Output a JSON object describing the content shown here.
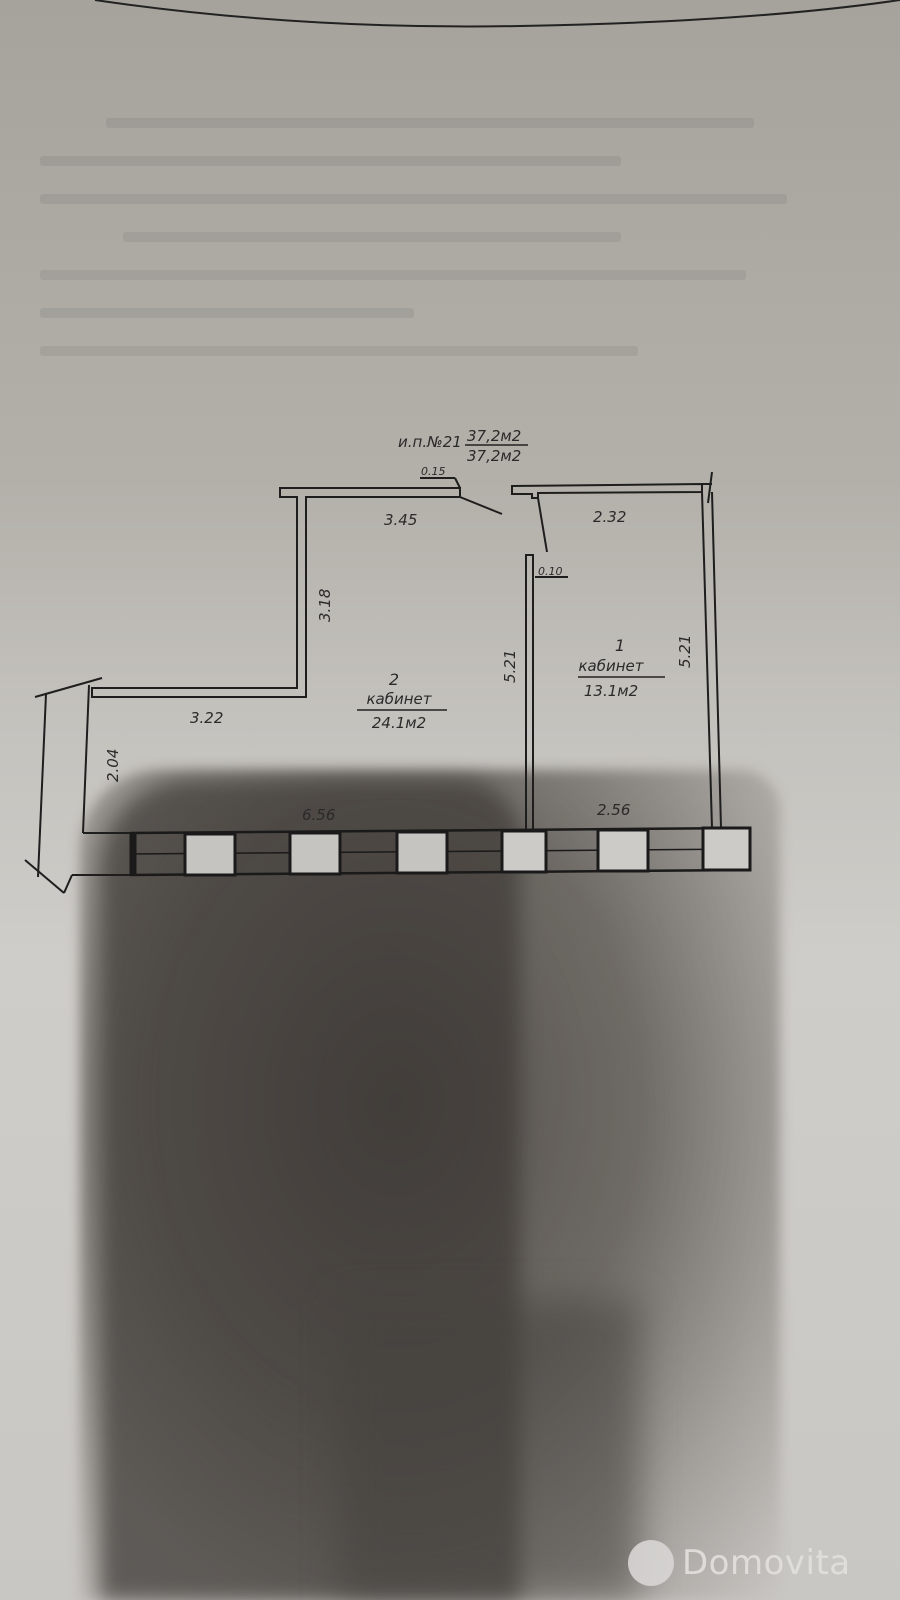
{
  "document": {
    "unit_label": "и.п.№21",
    "area_total": "37,2м2",
    "area_living": "37,2м2"
  },
  "rooms": [
    {
      "number": "2",
      "name": "кабинет",
      "area": "24.1м2"
    },
    {
      "number": "1",
      "name": "кабинет",
      "area": "13.1м2"
    }
  ],
  "dimensions": {
    "wall_thickness_top": "0.15",
    "wall_thickness_partition": "0.10",
    "room2_top_width": "3.45",
    "room1_top_width": "2.32",
    "room2_notch_height": "3.18",
    "room2_left_width": "3.22",
    "room2_left_height": "2.04",
    "room2_partition_height": "5.21",
    "room1_right_height": "5.21",
    "room2_bottom_width": "6.56",
    "room1_bottom_width": "2.56"
  },
  "watermark": {
    "text": "Domovita"
  },
  "colors": {
    "ink": "#1e1e1e",
    "paper": "#cfcdc9",
    "shadow": "#3e3a37"
  }
}
